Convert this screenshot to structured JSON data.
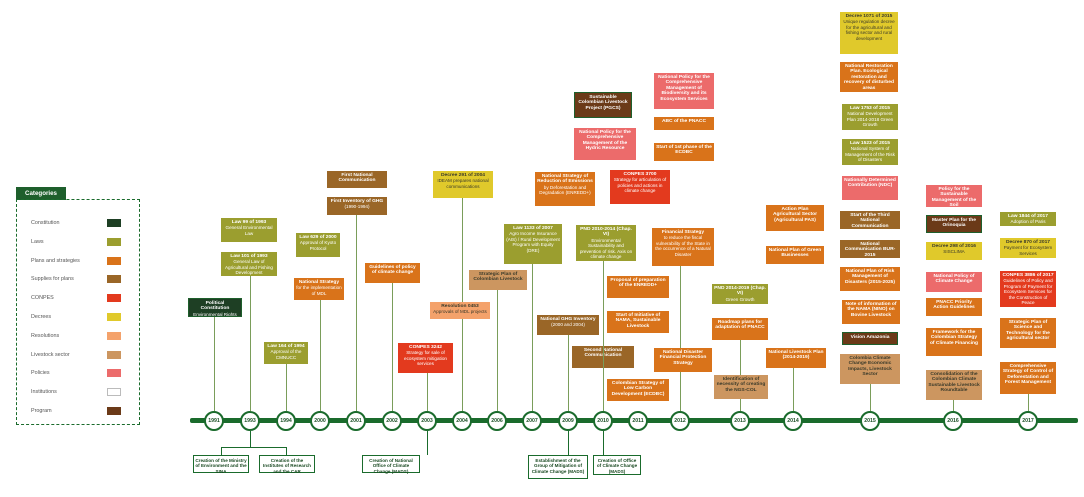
{
  "legend": {
    "title": "Categories",
    "items": [
      {
        "label": "Constitution",
        "color": "#1e3f24"
      },
      {
        "label": "Laws",
        "color": "#9b9e2f"
      },
      {
        "label": "Plans and strategies",
        "color": "#d9731a"
      },
      {
        "label": "Supplies for plans",
        "color": "#9a6627"
      },
      {
        "label": "CONPES",
        "color": "#e33a1e"
      },
      {
        "label": "Decrees",
        "color": "#e0c92b"
      },
      {
        "label": "Resolutions",
        "color": "#f4a26b"
      },
      {
        "label": "Livestock sector",
        "color": "#cc9660"
      },
      {
        "label": "Policies",
        "color": "#ec6b6b"
      },
      {
        "label": "Institutions",
        "color": "#ffffff"
      },
      {
        "label": "Program",
        "color": "#6b3a18"
      }
    ]
  },
  "years": [
    "1991",
    "1993",
    "1994",
    "2000",
    "2001",
    "2002",
    "2003",
    "2004",
    "2006",
    "2007",
    "2009",
    "2010",
    "2011",
    "2012",
    "2013",
    "2014",
    "2015",
    "2016",
    "2017"
  ],
  "events": [
    {
      "title": "Political Constitution",
      "desc": "Environmental Rights",
      "cat": "Constitution"
    },
    {
      "title": "Law 99 of 1993",
      "desc": "General Environmental Law",
      "cat": "Laws"
    },
    {
      "title": "Law 101 of 1993",
      "desc": "General Law of Agricultural and Fishing Development",
      "cat": "Laws"
    },
    {
      "title": "Law 164 of 1994",
      "desc": "Approval of the CMNUCC",
      "cat": "Laws"
    },
    {
      "title": "Law 629 of 2000",
      "desc": "Approval of Kyoto Protocol",
      "cat": "Laws"
    },
    {
      "title": "National Strategy",
      "desc": "for the implementation of MDL",
      "cat": "Plans and strategies"
    },
    {
      "title": "First National Communication",
      "desc": "",
      "cat": "Supplies for plans"
    },
    {
      "title": "First Inventory of GHG",
      "desc": "(1990-1994)",
      "cat": "Supplies for plans"
    },
    {
      "title": "Guidelines of policy of climate change",
      "desc": "",
      "cat": "Plans and strategies"
    },
    {
      "title": "CONPES 3242",
      "desc": "Strategy for sale of ecosystem mitigation services",
      "cat": "CONPES"
    },
    {
      "title": "Decree 291 of 2004",
      "desc": "IDEAM prepares national communications",
      "cat": "Decrees"
    },
    {
      "title": "Resolution 0453",
      "desc": "Approvals of MDL projects",
      "cat": "Resolutions"
    },
    {
      "title": "Strategic Plan of Colombian Livestock",
      "desc": "",
      "cat": "Livestock sector"
    },
    {
      "title": "Law 1133 of 2007",
      "desc": "Agro Income Insurance (AIS) / Rural Development Program with Equity (DRE)",
      "cat": "Laws"
    },
    {
      "title": "National Strategy of Reduction of Emissions",
      "desc": "by Deforestation and Degradation (ENREDD+)",
      "cat": "Plans and strategies"
    },
    {
      "title": "National GHG Inventory",
      "desc": "(2000 and 2004)",
      "cat": "Supplies for plans"
    },
    {
      "title": "Second National Communication",
      "desc": "",
      "cat": "Supplies for plans"
    },
    {
      "title": "Sustainable Colombian Livestock Project (PGCS)",
      "desc": "",
      "cat": "Program"
    },
    {
      "title": "National Policy for the Comprehensive Management of the Hydric Resource",
      "desc": "",
      "cat": "Policies"
    },
    {
      "title": "PND 2010-2014 (Chap. VI)",
      "desc": "Environmental Sustainability and prevention of risk. Axis on climate change",
      "cat": "Laws"
    },
    {
      "title": "Proposal of preparation of the ENREDD+",
      "desc": "",
      "cat": "Plans and strategies"
    },
    {
      "title": "Start of Initiative of NAMA, Sustainable Livestock",
      "desc": "",
      "cat": "Plans and strategies"
    },
    {
      "title": "Colombian Strategy of Low Carbon Development (ECDBC)",
      "desc": "",
      "cat": "Plans and strategies"
    },
    {
      "title": "CONPES 3700",
      "desc": "Strategy for articulation of policies and actions in climate change",
      "cat": "CONPES"
    },
    {
      "title": "National Policy for the Comprehensive Management of Biodiversity and its Ecosystem Services",
      "desc": "",
      "cat": "Policies"
    },
    {
      "title": "ABC of the PNACC",
      "desc": "",
      "cat": "Plans and strategies"
    },
    {
      "title": "Start of 1st phase of the ECDBC",
      "desc": "",
      "cat": "Plans and strategies"
    },
    {
      "title": "Financial Strategy",
      "desc": "to reduce the fiscal vulnerability of the State in the occurrence of a Natural Disaster",
      "cat": "Plans and strategies"
    },
    {
      "title": "National Disaster Financial Protection Strategy",
      "desc": "",
      "cat": "Plans and strategies"
    },
    {
      "title": "PND 2014-2019 (Chap. VI)",
      "desc": "Green Growth",
      "cat": "Laws"
    },
    {
      "title": "Roadmap plans for adaptation of PNACC",
      "desc": "",
      "cat": "Plans and strategies"
    },
    {
      "title": "Identification of necessity of creating the NGS-COL",
      "desc": "",
      "cat": "Livestock sector"
    },
    {
      "title": "Action Plan Agricultural Sector (Agricultural PAS)",
      "desc": "",
      "cat": "Plans and strategies"
    },
    {
      "title": "National Plan of Green Businesses",
      "desc": "",
      "cat": "Plans and strategies"
    },
    {
      "title": "National Livestock Plan (2014-2019)",
      "desc": "",
      "cat": "Plans and strategies"
    },
    {
      "title": "Decree 1071 of 2015",
      "desc": "Unique regulation decree for the agricultural and fishing sector and rural development",
      "cat": "Decrees"
    },
    {
      "title": "National Restoration Plan. Ecological restoration and recovery of disturbed areas",
      "desc": "",
      "cat": "Plans and strategies"
    },
    {
      "title": "Law 1753 of 2015",
      "desc": "National Development Plan 2014-2018 Green Growth",
      "cat": "Laws"
    },
    {
      "title": "Law 1523 of 2015",
      "desc": "National System of Management of the Risk of Disasters",
      "cat": "Laws"
    },
    {
      "title": "Nationally Determined Contribution (NDC)",
      "desc": "",
      "cat": "Policies"
    },
    {
      "title": "Start of the Third National Communication",
      "desc": "",
      "cat": "Supplies for plans"
    },
    {
      "title": "National Communication BUR-2015",
      "desc": "",
      "cat": "Supplies for plans"
    },
    {
      "title": "National Plan of Risk Management of Disasters (2015-2025)",
      "desc": "",
      "cat": "Plans and strategies"
    },
    {
      "title": "Note of information of the NAMA (NINO) on Bovine Livestock",
      "desc": "",
      "cat": "Plans and strategies"
    },
    {
      "title": "Vision Amazonia",
      "desc": "",
      "cat": "Program"
    },
    {
      "title": "Colombia Climate Change Economic Impacts, Livestock Sector",
      "desc": "",
      "cat": "Livestock sector"
    },
    {
      "title": "Policy for the Sustainable Management of the Soil",
      "desc": "",
      "cat": "Policies"
    },
    {
      "title": "Master Plan for the Orinoquia",
      "desc": "",
      "cat": "Program"
    },
    {
      "title": "Decree 298 of 2016",
      "desc": "SISCLIMA",
      "cat": "Decrees"
    },
    {
      "title": "National Policy of Climate Change",
      "desc": "",
      "cat": "Policies"
    },
    {
      "title": "PNACC Priority Action Guidelines",
      "desc": "",
      "cat": "Plans and strategies"
    },
    {
      "title": "Framework for the Colombian Strategy of Climate Financing",
      "desc": "",
      "cat": "Plans and strategies"
    },
    {
      "title": "Consolidation of the Colombian Climate Sustainable Livestock Roundtable",
      "desc": "",
      "cat": "Livestock sector"
    },
    {
      "title": "Law 1844 of 2017",
      "desc": "Adoption of Paris Agreement",
      "cat": "Laws"
    },
    {
      "title": "Decree 870 of 2017",
      "desc": "Payment for Ecosystem Services",
      "cat": "Decrees"
    },
    {
      "title": "CONPES 3886 of 2017",
      "desc": "Guidelines of Policy and Program of Payment for Ecosystem Services for the Construction of Peace",
      "cat": "CONPES"
    },
    {
      "title": "Strategic Plan of Science and Technology for the agricultural sector",
      "desc": "",
      "cat": "Plans and strategies"
    },
    {
      "title": "Comprehensive Strategy of Control of Deforestation and Forest Management",
      "desc": "",
      "cat": "Plans and strategies"
    }
  ],
  "institutions": [
    {
      "text": "Creation of the Ministry of Environment and the SINA"
    },
    {
      "text": "Creation of the Institutes of Research and the CAR"
    },
    {
      "text": "Creation of National Office of Climate Change (MADS)"
    },
    {
      "text": "Establishment of the Group of Mitigation of Climate Change (MADS)"
    },
    {
      "text": "Creation of Office of Climate Change (MADS)"
    }
  ]
}
